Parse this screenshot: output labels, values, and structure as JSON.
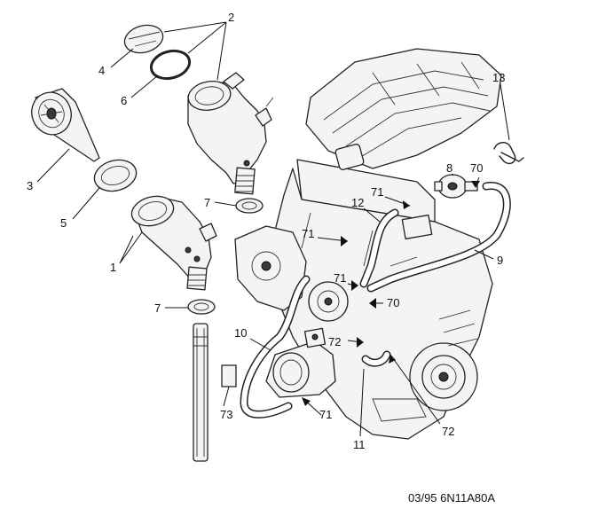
{
  "labels": {
    "l1": "1",
    "l2": "2",
    "l3": "3",
    "l4": "4",
    "l5": "5",
    "l6": "6",
    "l7a": "7",
    "l7b": "7",
    "l8": "8",
    "l9": "9",
    "l10": "10",
    "l11": "11",
    "l12": "12",
    "l13": "13",
    "l70a": "70",
    "l70b": "70",
    "l71a": "71",
    "l71b": "71",
    "l71c": "71",
    "l71d": "71",
    "l72a": "72",
    "l72b": "72",
    "l73": "73"
  },
  "reference": "03/95 6N11A80A"
}
